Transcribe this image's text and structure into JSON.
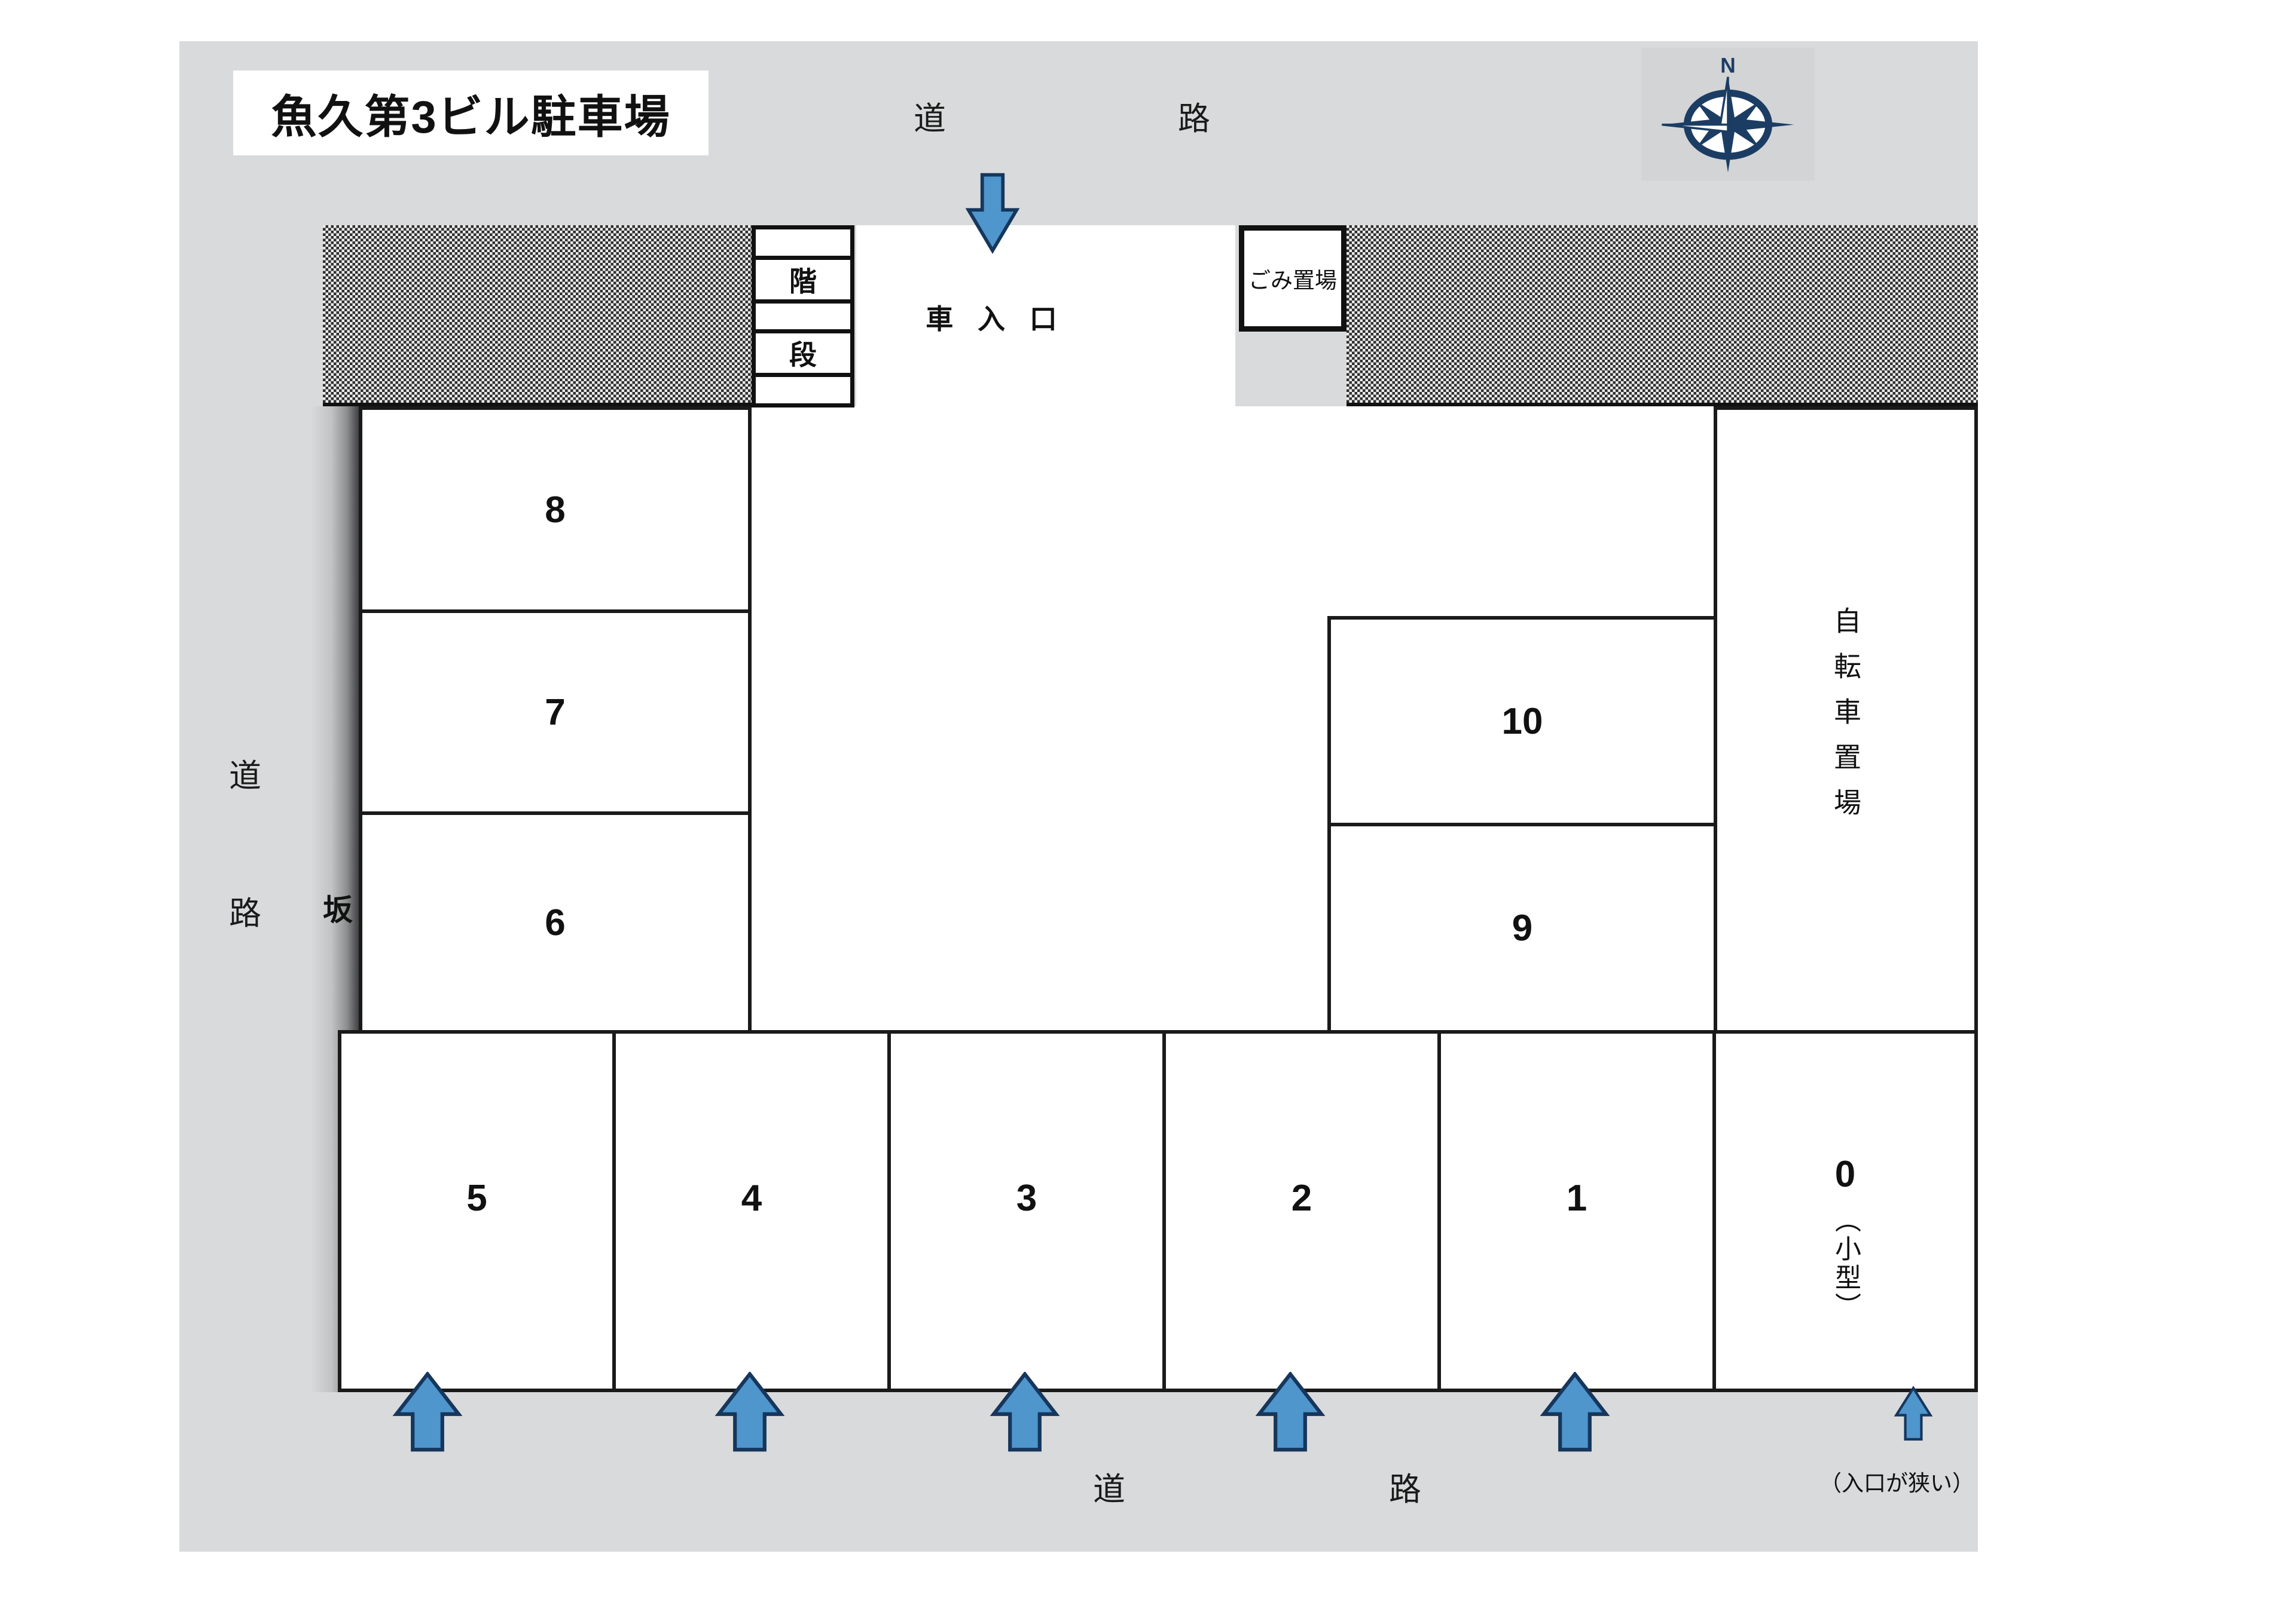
{
  "title": "魚久第3ビル駐車場",
  "compass": {
    "north_label": "N"
  },
  "roads": {
    "top_left_char": "道",
    "top_right_char": "路",
    "left_upper_char": "道",
    "left_lower_char": "路",
    "bottom_left_char": "道",
    "bottom_right_char": "路"
  },
  "labels": {
    "entrance": "車 入 口",
    "garbage": "ごみ置場",
    "stairs_upper": "階",
    "stairs_lower": "段",
    "slope": "坂",
    "bicycle": "自転車置場",
    "small_car": "（小型）",
    "narrow_note": "（入口が狭い）"
  },
  "spots": {
    "left_column": [
      "8",
      "7",
      "6"
    ],
    "right_column": [
      "10",
      "9"
    ],
    "bottom_row": [
      "5",
      "4",
      "3",
      "2",
      "1",
      "0"
    ]
  },
  "colors": {
    "canvas_gray": "#d9dadb",
    "arrow_fill": "#4e96cc",
    "arrow_stroke": "#16365c",
    "compass_navy": "#1c3d63",
    "line_black": "#1a1a1a"
  }
}
